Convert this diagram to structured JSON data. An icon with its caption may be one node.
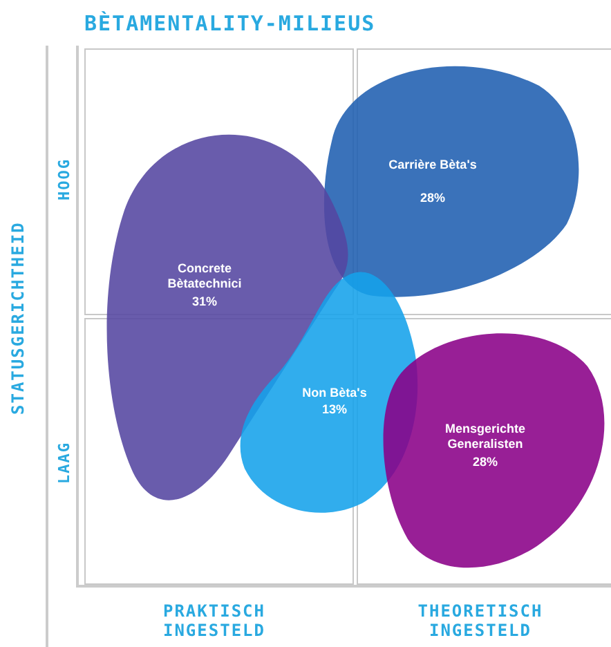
{
  "diagram": {
    "title": "BÈTAMENTALITY-MILIEUS",
    "nodes": [
      {
        "text": [
          "Carrière Bèta's",
          "28%"
        ]
      },
      {
        "text": [
          "Concrete Bètatechnici",
          "31%"
        ]
      },
      {
        "text": [
          "Non Bèta's",
          "13%"
        ]
      },
      {
        "text": [
          "Mensgerichte Generalisten",
          "28%"
        ]
      }
    ],
    "edges": [],
    "labels": [
      "HOOG",
      "STATUSGERICHTHEID",
      "LAAG",
      "PRAKTISCH INGESTELD",
      "THEORETISCH INGESTELD"
    ]
  }
}
